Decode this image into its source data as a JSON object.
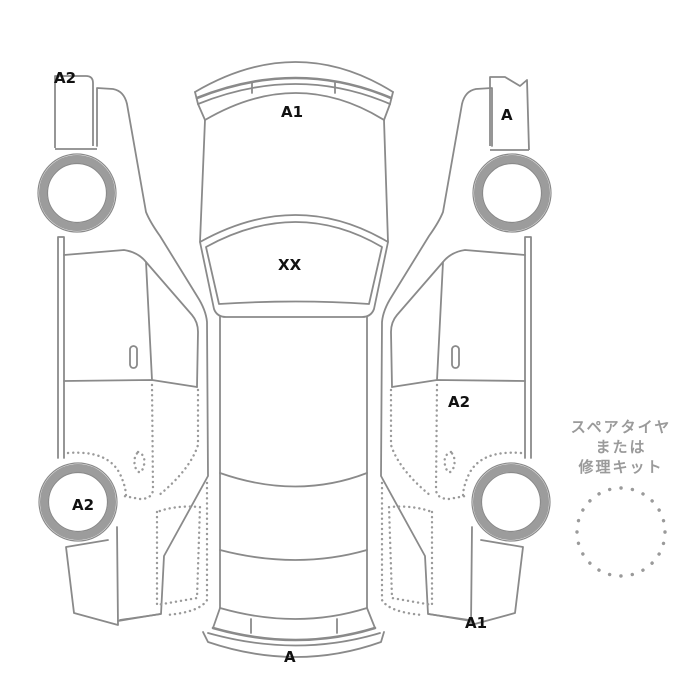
{
  "vehicle_diagram": {
    "views": {
      "left_side": {
        "marks": [
          {
            "code": "A2"
          },
          {
            "code": "A2"
          }
        ]
      },
      "top": {
        "marks": [
          {
            "code": "A1"
          },
          {
            "code": "XX"
          },
          {
            "code": "A"
          }
        ]
      },
      "right_side": {
        "marks": [
          {
            "code": "A"
          },
          {
            "code": "A2"
          },
          {
            "code": "A1"
          }
        ]
      }
    },
    "spare_tire_kit": {
      "label_lines": [
        "スペアタイヤ",
        "または",
        "修理キット"
      ]
    }
  },
  "colors": {
    "outline": "#8a8a8a",
    "wheel_ring": "#9c9c9c",
    "dotted": "#9a9a9a",
    "mark_text": "#111111",
    "spare_label": "#9a9a9a"
  }
}
